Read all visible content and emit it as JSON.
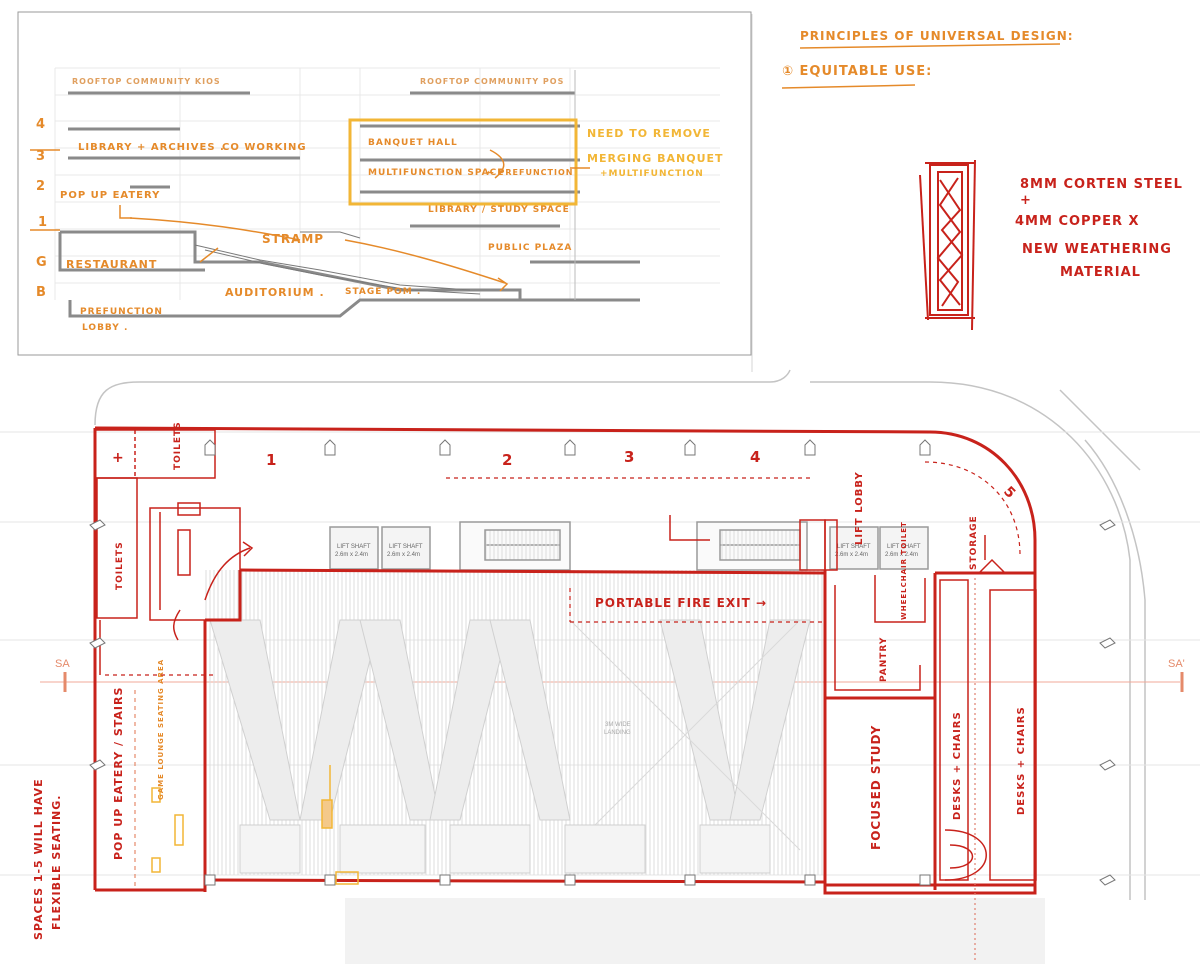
{
  "colors": {
    "red": "#c8221b",
    "orange": "#e58a2a",
    "yellow": "#f2b636",
    "grey": "#8c8c8c",
    "lightgrey": "#cfcfcf",
    "paper": "#ffffff"
  },
  "section_sketch": {
    "rooftop_left": "ROOFTOP COMMUNITY KIOS",
    "rooftop_right": "ROOFTOP COMMUNITY POS",
    "library_archives": "LIBRARY + ARCHIVES .",
    "co_working": "CO WORKING",
    "banquet_hall": "BANQUET HALL",
    "multifunction_space": "MULTIFUNCTION SPACE",
    "prefunction_arrow": "← PREFUNCTION",
    "library_study": "LIBRARY / STUDY SPACE",
    "pop_up_eatery": "POP UP EATERY",
    "stramp": "STRAMP",
    "public_plaza": "PUBLIC PLAZA",
    "restaurant": "RESTAURANT",
    "auditorium": "AUDITORIUM .",
    "stage_pom": "STAGE POM .",
    "prefunction_lobby_1": "PREFUNCTION",
    "prefunction_lobby_2": "LOBBY .",
    "level_4": "4",
    "level_3": "3",
    "level_2": "2",
    "level_1": "1",
    "level_g": "G",
    "level_b": "B",
    "note_1": "NEED TO REMOVE",
    "note_2": "MERGING BANQUET",
    "note_3": "+MULTIFUNCTION"
  },
  "principles": {
    "title": "PRINCIPLES OF UNIVERSAL DESIGN:",
    "item1": "① EQUITABLE USE:"
  },
  "material_note": {
    "line1": "8MM CORTEN STEEL",
    "line2": "+",
    "line3": "4MM COPPER X",
    "line4": "NEW WEATHERING",
    "line5": "MATERIAL"
  },
  "plan": {
    "toilets_top": "TOILETS",
    "toilets_left": "TOILETS",
    "plus": "+",
    "space_1": "1",
    "space_2": "2",
    "space_3": "3",
    "space_4": "4",
    "space_5": "5",
    "lift_lobby": "LIFT LOBBY",
    "lift_shaft_label": "LIFT SHAFT",
    "lift_shaft_size": "2.6m x 2.4m",
    "portable_fire_exit": "PORTABLE FIRE EXIT →",
    "wheelchair_toilet": "WHEELCHAIR TOILET",
    "pantry": "PANTRY",
    "storage": "STORAGE",
    "focused_study": "FOCUSED STUDY",
    "desks_chairs_1": "DESKS + CHAIRS",
    "desks_chairs_2": "DESKS + CHAIRS",
    "pop_up_eatery_stairs": "POP UP EATERY / STAIRS",
    "game_lounge_note": "GAME LOUNGE SEATING AREA",
    "wide_landing_1": "3M WIDE",
    "wide_landing_2": "LANDING",
    "section_a_left": "SA",
    "section_a_right": "SA'",
    "side_note_1": "SPACES 1-5 WILL HAVE",
    "side_note_2": "FLEXIBLE SEATING."
  }
}
